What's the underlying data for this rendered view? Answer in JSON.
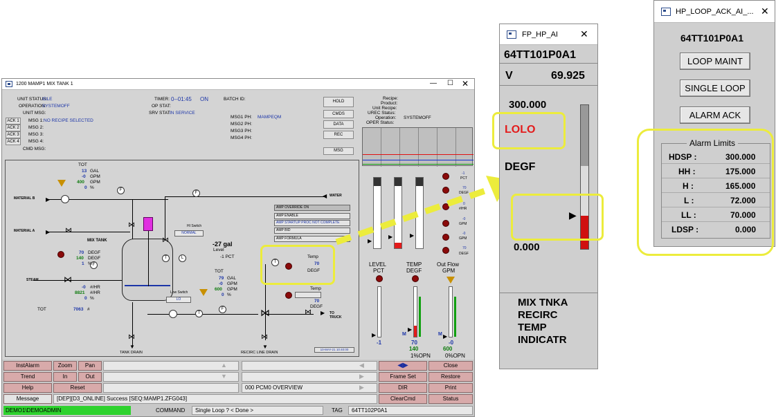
{
  "main_window": {
    "title": "1200 MAMP1 MIX TANK 1",
    "header": {
      "unit_status_label": "UNIT STATUS:",
      "unit_status": "IDLE",
      "operation_label": "OPERATION:",
      "operation": "SYSTEMOFF",
      "unit_msg_label": "UNIT MSG:",
      "timer_label": "TIMER:",
      "timer": "0--01:45",
      "timer_state": "ON",
      "op_stat_label": "OP STAT:",
      "srv_stat_label": "SRV STAT:",
      "srv_stat": "IN SERVICE",
      "batch_id_label": "BATCH ID:",
      "ack_buttons": [
        "ACK 1",
        "ACK 2",
        "ACK 3",
        "ACK 4"
      ],
      "msg_labels": [
        "MSG 1:",
        "MSG 2:",
        "MSG 3:",
        "MSG 4:"
      ],
      "msg1": "NO RECIPE SELECTED",
      "cmd_msg_label": "CMD MSG:",
      "msg_right_labels": [
        "MSG1 PH:",
        "MSG2 PH:",
        "MSG3 PH:",
        "MSG4 PH:"
      ],
      "msg1_ph": "MAMPEQM",
      "side_buttons": [
        "HOLD",
        "CMDS",
        "DATA",
        "REC"
      ],
      "msg_button": "MSG",
      "recipe_labels": [
        "Recipe:",
        "Product:",
        "Unit Recipe:",
        "UREC Status:",
        "Operation:",
        "OPER Status:"
      ],
      "recipe_operation": "SYSTEMOFF"
    },
    "process": {
      "tot_label": "TOT",
      "top_tot": {
        "gal": "13",
        "gal_unit": "GAL",
        "gpm1": "-0",
        "gpm1_unit": "GPM",
        "gpm2": "400",
        "gpm2_unit": "GPM",
        "pct": "0",
        "pct_unit": "%"
      },
      "material_b": "MATERIAL B",
      "material_a": "MATERIAL A",
      "water": "WATER",
      "steam": "STEAM",
      "mix_tank": "MIX TANK",
      "temps": {
        "v1": "70",
        "u1": "DEGF",
        "v2": "140",
        "u2": "DEGF",
        "v3": "1",
        "u3": "%"
      },
      "steam_vals": {
        "v1": "-0",
        "u1": "#/HR",
        "v2": "8821",
        "u2": "#/HR",
        "v3": "0",
        "u3": "%"
      },
      "bottom_tot": {
        "label": "TOT",
        "value": "7063",
        "unit": "#"
      },
      "hi_switch": "HI Switch",
      "hi_switch_state": "NORMAL",
      "low_switch": "Low Switch",
      "low_switch_state": "LO",
      "level_gal": "-27 gal",
      "level_label": "Level",
      "level_pct": "-1 PCT",
      "mid_tot": {
        "label": "TOT",
        "gal": "79",
        "gal_unit": "GAL",
        "gpm1": "-0",
        "gpm1_unit": "GPM",
        "gpm2": "600",
        "gpm2_unit": "GPM",
        "pct": "0",
        "pct_unit": "%"
      },
      "amp": [
        "AMP OVERRIDE ON",
        "AMP ENABLE",
        "AMP STARTUP PROC NOT COMPLETE",
        "AMP BID",
        "AMP FORMULA"
      ],
      "temp_box": {
        "label": "Temp",
        "value": "70",
        "unit": "DEGF"
      },
      "temp_box2": {
        "label": "Temp",
        "value": "70",
        "unit": "DEGF"
      },
      "to_truck": "TO TRUCK",
      "tank_drain": "TANK DRAIN",
      "recirc_drain": "RECIRC LINE DRAIN",
      "timestamp": "10-MAY-21 10:40:00",
      "gauge_labels": [
        "-1",
        "PCT",
        "70",
        "DEGF",
        "0",
        "#/HR",
        "-0",
        "GPM",
        "-0",
        "GPM",
        "70",
        "DEGF"
      ],
      "tank_markers": [
        "L",
        "T",
        "F",
        "F",
        "F",
        "T",
        "T"
      ]
    },
    "meters": [
      {
        "title1": "LEVEL",
        "title2": "PCT",
        "value": "-1",
        "value2": "",
        "fill_pct": 0.0
      },
      {
        "title1": "TEMP",
        "title2": "DEGF",
        "value": "70",
        "value2": "140",
        "pct": "1%OPN",
        "fill_pct": 0.23
      },
      {
        "title1": "Out Flow",
        "title2": "GPM",
        "value": "-0",
        "value2": "600",
        "pct": "0%OPN",
        "fill_pct": 0.0
      }
    ],
    "m_label": "M",
    "toolbar": {
      "row1": [
        "InstAlarm",
        "Zoom",
        "Pan"
      ],
      "row2": [
        "Trend",
        "In",
        "Out"
      ],
      "row3": [
        "Help",
        "Reset"
      ],
      "message_label": "Message",
      "message_text": "[DEP][D3_ONLINE] Success [SEQ:MAMP1.ZFG043]",
      "overview_text": "000 PCM0 OVERVIEW",
      "right_col1": [
        "Frame Set",
        "DIR",
        "ClearCmd"
      ],
      "right_col2": [
        "Close",
        "Restore",
        "Print",
        "Status"
      ]
    },
    "status_bar": {
      "user": "DEMO1\\DEMOADMIN",
      "command_label": "COMMAND",
      "command_value": "Single Loop ? < Done >",
      "tag_label": "TAG",
      "tag_value": "64TT102P0A1"
    }
  },
  "fp_window": {
    "title": "FP_HP_AI",
    "tag": "64TT101P0A1",
    "v_label": "V",
    "v_value": "69.925",
    "high_range": "300.000",
    "alarm": "LOLO",
    "units": "DEGF",
    "low_range": "0.000",
    "bar_fill": 0.233,
    "description": [
      "MIX TNKA",
      "RECIRC",
      "TEMP",
      "INDICATR"
    ]
  },
  "loop_window": {
    "title": "HP_LOOP_ACK_AI_...",
    "tag": "64TT101P0A1",
    "buttons": [
      "LOOP MAINT",
      "SINGLE LOOP",
      "ALARM ACK"
    ],
    "limits_title": "Alarm Limits",
    "limits": [
      {
        "label": "HDSP :",
        "value": "300.000"
      },
      {
        "label": "HH :",
        "value": "175.000"
      },
      {
        "label": "H :",
        "value": "165.000"
      },
      {
        "label": "L :",
        "value": "72.000"
      },
      {
        "label": "LL :",
        "value": "70.000"
      },
      {
        "label": "LDSP :",
        "value": "0.000"
      }
    ]
  },
  "colors": {
    "alarm_red": "#e31b1b",
    "highlight_yellow": "#ecec3c",
    "button_pink": "#d8aaaa",
    "status_green": "#2ed22e",
    "value_blue": "#1c35a8"
  }
}
